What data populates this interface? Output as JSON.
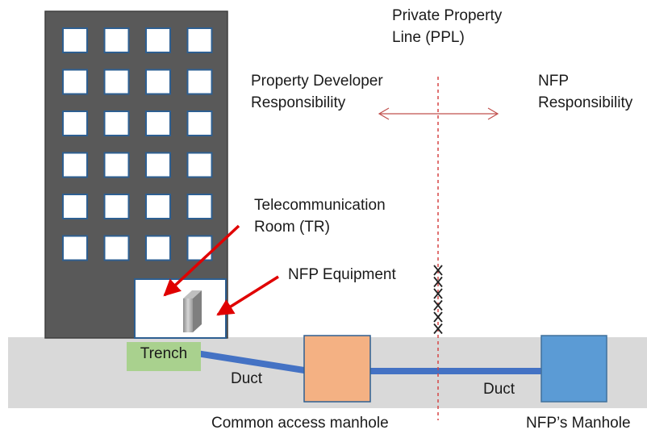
{
  "diagram": {
    "labels": {
      "ppl": [
        "Private Property",
        "Line (PPL)"
      ],
      "developer": [
        "Property Developer",
        "Responsibility"
      ],
      "nfp_resp": [
        "NFP",
        "Responsibility"
      ],
      "tr": [
        "Telecommunication",
        "Room (TR)"
      ],
      "equipment": "NFP Equipment",
      "trench": "Trench",
      "duct_left": "Duct",
      "duct_right": "Duct",
      "common_manhole": "Common access manhole",
      "nfp_manhole": "NFP’s Manhole"
    },
    "colors": {
      "building": "#595959",
      "window_fill": "#ffffff",
      "window_border": "#2e5f91",
      "ground": "#d9d9d9",
      "trench": "#a9d18e",
      "common_manhole": "#f4b183",
      "nfp_manhole": "#5b9bd5",
      "duct": "#4472c4",
      "red": "#e00000",
      "ppl_line": "#d64545"
    },
    "building_windows": {
      "rows": 6,
      "cols": 4
    },
    "cut_marks": 6
  }
}
